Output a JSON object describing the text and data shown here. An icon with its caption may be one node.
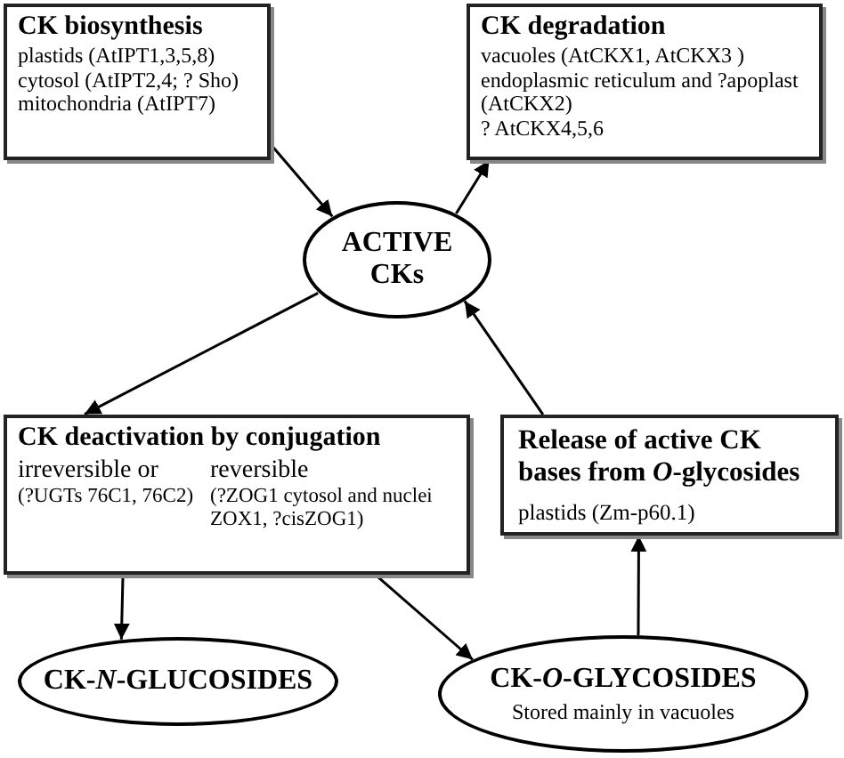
{
  "diagram": {
    "nodes": [
      {
        "text": [
          "CK biosynthesis",
          "plastids (AtIPT1,3,5,8)",
          "cytosol (AtIPT2,4; ? Sho)",
          "mitochondria (AtIPT7)"
        ]
      },
      {
        "text": [
          "CK degradation",
          "vacuoles (AtCKX1, AtCKX3 )",
          "endoplasmic reticulum and ?apoplast (AtCKX2)",
          "? AtCKX4,5,6"
        ]
      },
      {
        "text": [
          "ACTIVE CKs"
        ]
      },
      {
        "text": [
          "CK deactivation by conjugation",
          "irreversible or",
          "reversible",
          "(?UGTs 76C1, 76C2)",
          "(?ZOG1 cytosol and nuclei ZOX1, ?cisZOG1)"
        ]
      },
      {
        "text": [
          "Release of active CK bases from *O*-glycosides",
          "plastids (Zm-p60.1)"
        ]
      },
      {
        "text": [
          "CK-*N*-GLUCOSIDES"
        ]
      },
      {
        "text": [
          "CK-*O*-GLYCOSIDES",
          "Stored mainly in vacuoles"
        ]
      }
    ],
    "edges": [
      {
        "from": 0,
        "to": 2,
        "arrow": "to"
      },
      {
        "from": 2,
        "to": 1,
        "arrow": "to"
      },
      {
        "from": 2,
        "to": 3,
        "arrow": "to"
      },
      {
        "from": 4,
        "to": 2,
        "arrow": "to"
      },
      {
        "from": 3,
        "to": 5,
        "arrow": "to"
      },
      {
        "from": 3,
        "to": 6,
        "arrow": "to"
      },
      {
        "from": 6,
        "to": 4,
        "arrow": "to"
      }
    ]
  }
}
